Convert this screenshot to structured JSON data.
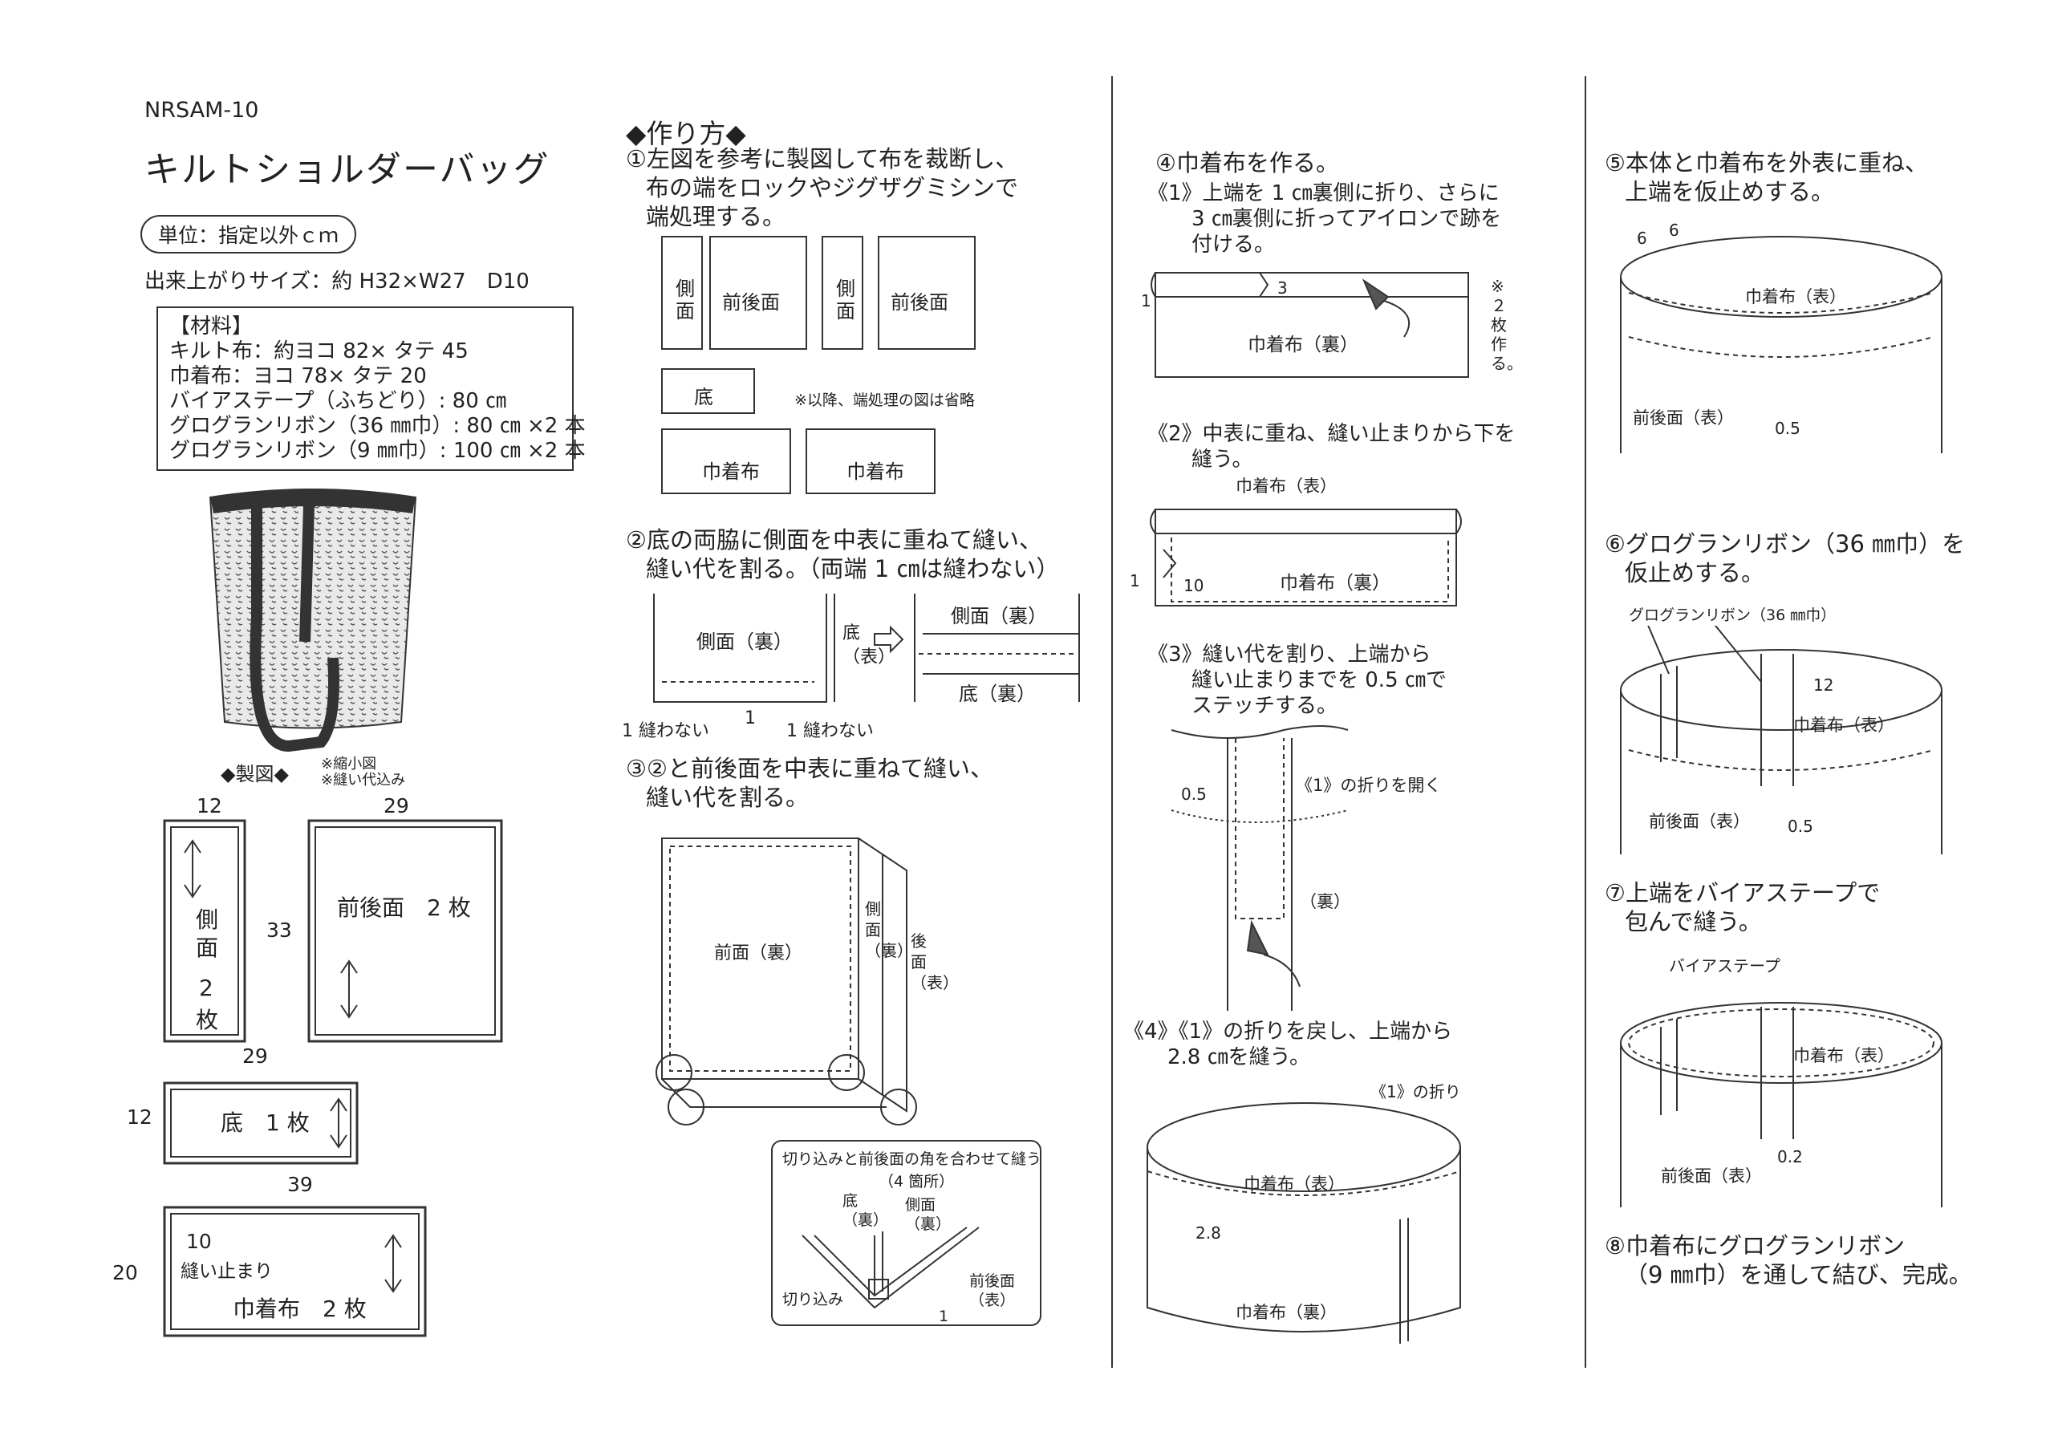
{
  "header": {
    "code": "NRSAM-10",
    "title": "キルトショルダーバッグ",
    "unit": "単位：指定以外ｃｍ",
    "size": "出来上がりサイズ：約 H32×W27　D10"
  },
  "materials": {
    "heading": "【材料】",
    "items": [
      "キルト布：約ヨコ 82× タテ 45",
      "巾着布：ヨコ 78× タテ 20",
      "バイアステープ（ふちどり）: 80 ㎝",
      "グログランリボン（36 ㎜巾）: 80 ㎝ ×2 本",
      "グログランリボン（9 ㎜巾）: 100 ㎝ ×2 本"
    ]
  },
  "pattern": {
    "heading": "◆製図◆",
    "notes": [
      "※縮小図",
      "※縫い代込み"
    ],
    "side": {
      "w": "12",
      "h": "33",
      "label1": "側",
      "label2": "面",
      "count1": "2",
      "count2": "枚"
    },
    "front_back": {
      "w": "29",
      "label": "前後面　2 枚"
    },
    "bottom": {
      "w": "29",
      "h": "12",
      "label": "底　1 枚"
    },
    "pouch": {
      "w": "39",
      "h": "20",
      "stop_num": "10",
      "stop_label": "縫い止まり",
      "label": "巾着布　2 枚"
    }
  },
  "howto": {
    "heading": "◆作り方◆",
    "step1": [
      "①左図を参考に製図して布を裁断し、",
      "布の端をロックやジグザグミシンで",
      "端処理する。"
    ],
    "step1_labels": {
      "side": "側",
      "side2": "面",
      "front_back": "前後面",
      "bottom": "底",
      "pouch": "巾着布",
      "note": "※以降、端処理の図は省略"
    },
    "step2": [
      "②底の両脇に側面を中表に重ねて縫い、",
      "縫い代を割る。（両端 1 ㎝は縫わない）"
    ],
    "step2_labels": {
      "side_back": "側面（裏）",
      "bottom_front": "底（表）",
      "bottom_back": "底（裏）",
      "no_sew_left": "1 縫わない",
      "one": "1",
      "no_sew_right": "1 縫わない"
    },
    "step3": [
      "③②と前後面を中表に重ねて縫い、",
      "縫い代を割る。"
    ],
    "step3_labels": {
      "front_back": "前面（裏）",
      "side_back": "側面（裏）",
      "back_front": "後面（表）"
    },
    "step3_detail": {
      "title": "切り込みと前後面の角を合わせて縫う",
      "sub": "（4 箇所）",
      "bottom": "底（裏）",
      "side": "側面（裏）",
      "cut": "切り込み",
      "one": "1",
      "front_back": "前後面（表）"
    }
  },
  "col3": {
    "step4": "④巾着布を作る。",
    "sub1": [
      "《1》上端を 1 ㎝裏側に折り、さらに",
      "3 ㎝裏側に折ってアイロンで跡を",
      "付ける。"
    ],
    "sub1_labels": {
      "one": "1",
      "three": "3",
      "pouch_back": "巾着布（裏）",
      "note": "※２枚作る。"
    },
    "sub2": [
      "《2》中表に重ね、縫い止まりから下を",
      "縫う。"
    ],
    "sub2_labels": {
      "pouch_front": "巾着布（表）",
      "pouch_back": "巾着布（裏）",
      "one": "1",
      "ten": "10"
    },
    "sub3": [
      "《3》縫い代を割り、上端から",
      "縫い止まりまでを 0.5 ㎝で",
      "ステッチする。"
    ],
    "sub3_labels": {
      "half": "0.5",
      "open": "《1》の折りを開く",
      "back": "（裏）"
    },
    "sub4": [
      "《4》《1》の折りを戻し、上端から",
      "2.8 ㎝を縫う。"
    ],
    "sub4_labels": {
      "fold": "《1》の折り",
      "pouch_front": "巾着布（表）",
      "two_eight": "2.8",
      "pouch_back": "巾着布（裏）"
    }
  },
  "col4": {
    "step5": [
      "⑤本体と巾着布を外表に重ね、",
      "上端を仮止めする。"
    ],
    "step5_labels": {
      "six1": "6",
      "six2": "6",
      "pouch_front": "巾着布（表）",
      "body": "前後面（表）",
      "half": "0.5"
    },
    "step6": [
      "⑥グログランリボン（36 ㎜巾）を",
      "仮止めする。"
    ],
    "step6_labels": {
      "ribbon": "グログランリボン（36 ㎜巾）",
      "twelve": "12",
      "pouch_front": "巾着布（表）",
      "body": "前後面（表）",
      "half": "0.5"
    },
    "step7": [
      "⑦上端をバイアステープで",
      "包んで縫う。"
    ],
    "step7_labels": {
      "bias": "バイアステープ",
      "pouch_front": "巾着布（表）",
      "body": "前後面（表）",
      "two": "0.2"
    },
    "step8": [
      "⑧巾着布にグログランリボン",
      "（9 ㎜巾）を通して結び、完成。"
    ]
  }
}
